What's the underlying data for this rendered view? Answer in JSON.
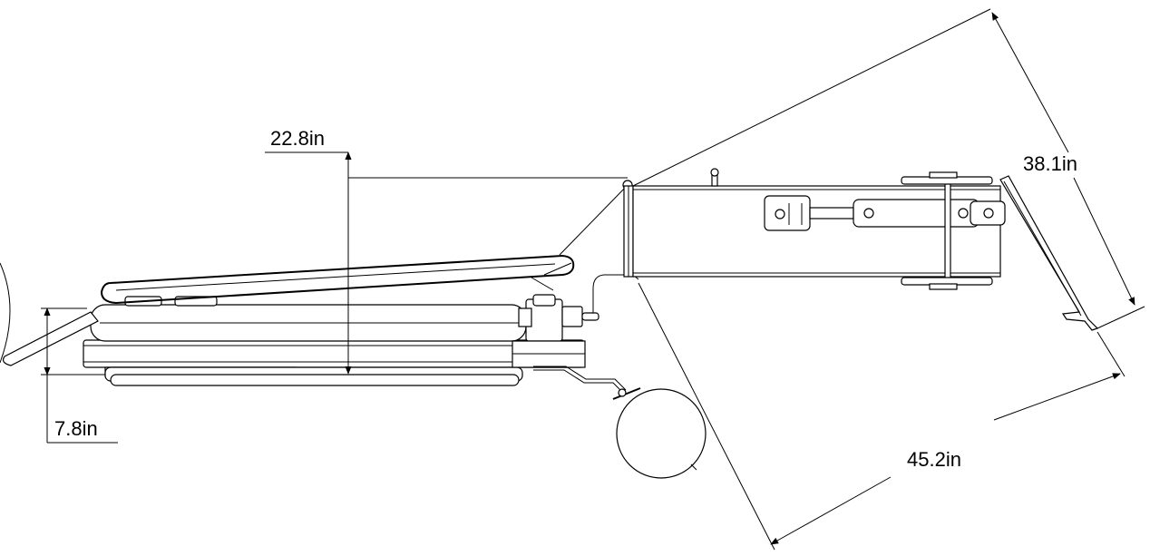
{
  "drawing": {
    "dimensions": {
      "height_total": "22.8in",
      "handle_height": "7.8in",
      "arm_width": "38.1in",
      "arm_length": "45.2in"
    }
  }
}
